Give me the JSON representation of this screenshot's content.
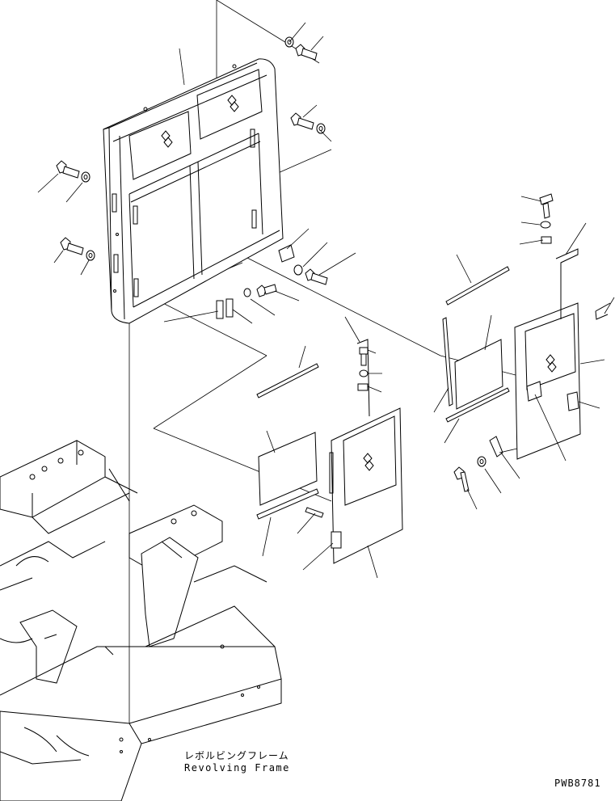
{
  "diagram": {
    "label_japanese": "レボルビングフレーム",
    "label_english": "Revolving Frame",
    "drawing_code": "PWB8781"
  },
  "colors": {
    "ink": "#000000",
    "paper": "#ffffff"
  }
}
